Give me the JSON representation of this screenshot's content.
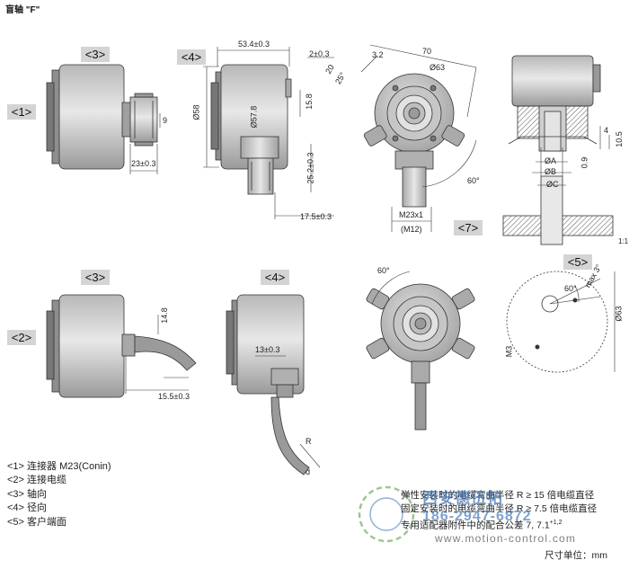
{
  "title": "盲轴 \"F\"",
  "view_labels": {
    "v3_top": "<3>",
    "v4_top": "<4>",
    "v1_left": "<1>",
    "v7": "<7>",
    "v3_bottom": "<3>",
    "v4_bottom": "<4>",
    "v2_left": "<2>",
    "v5": "<5>"
  },
  "dimensions": {
    "d23": "23±0.3",
    "d9": "9",
    "d534": "53.4±0.3",
    "d2": "2±0.3",
    "d58": "Ø58",
    "d578": "Ø57.8",
    "d158": "15.8",
    "d252": "25.2±0.3",
    "d175": "17.5±0.3",
    "d70": "70",
    "d63": "Ø63",
    "d20": "20",
    "d25": "25°",
    "d32": "3.2",
    "d60": "60°",
    "dm23": "M23x1",
    "dm12": "(M12)",
    "dA": "ØA",
    "dB": "ØB",
    "dC": "ØC",
    "d09": "0.9",
    "d105": "10.5",
    "d4": "4",
    "d148": "14.8",
    "d155": "15.5±0.3",
    "d13": "13±0.3",
    "dR": "R",
    "dd": "d",
    "d60b": "60°",
    "d60c": "60°",
    "d63b": "Ø63",
    "dm3": "M3",
    "dmax": "max 3°",
    "scale": "1:1"
  },
  "legend": [
    "<1> 连接器 M23(Conin)",
    "<2> 连接电缆",
    "<3> 轴向",
    "<4> 径向",
    "<5> 客户端面"
  ],
  "notes": [
    "弹性安装时的电缆弯曲半径 R ≥ 15 倍电缆直径",
    "固定安装时的电缆弯曲半径 R ≥ 7.5 倍电缆直径",
    "专用适配器附件中的配合公差 7, 7.1"
  ],
  "notes_sup": "+1,2",
  "watermark": {
    "name": "西安德伍拓",
    "phone": "186-2947-6872",
    "url": "www.motion-control.com"
  },
  "unit": "尺寸单位：mm",
  "colors": {
    "body_grey": "#c8c8c8",
    "dark_grey": "#8a8a8a",
    "label_bg": "#d4d4d4",
    "watermark_green": "#4a9a3a",
    "watermark_blue": "#3a6fb0"
  }
}
